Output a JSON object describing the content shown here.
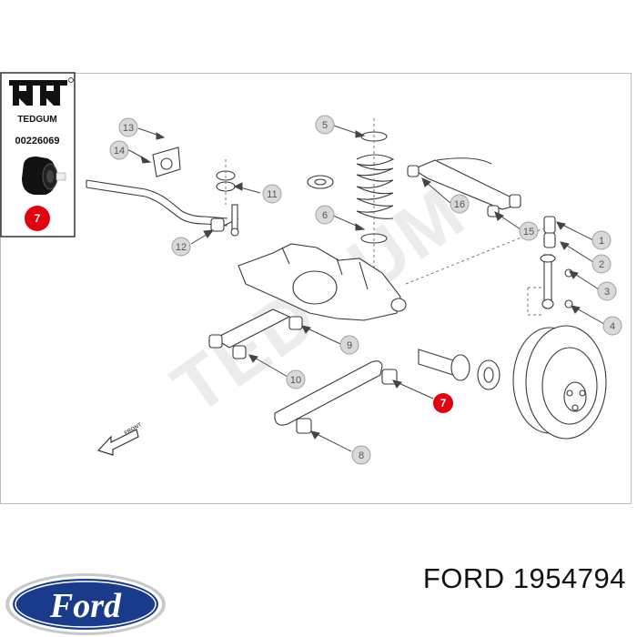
{
  "product_badge": {
    "brand": "TEDGUM",
    "part_code": "00226069",
    "highlight_number": "7",
    "accent_color": "#e3000f"
  },
  "watermark": "TEDGUM",
  "front_arrow_label": "FRONT",
  "callouts": [
    "1",
    "2",
    "3",
    "4",
    "5",
    "6",
    "7",
    "8",
    "9",
    "10",
    "11",
    "12",
    "13",
    "14",
    "15",
    "16"
  ],
  "highlighted_callout": "7",
  "footer": {
    "brand": "FORD",
    "part_number": "1954794",
    "logo_text": "Ford",
    "logo_color": "#1a3a8c"
  }
}
